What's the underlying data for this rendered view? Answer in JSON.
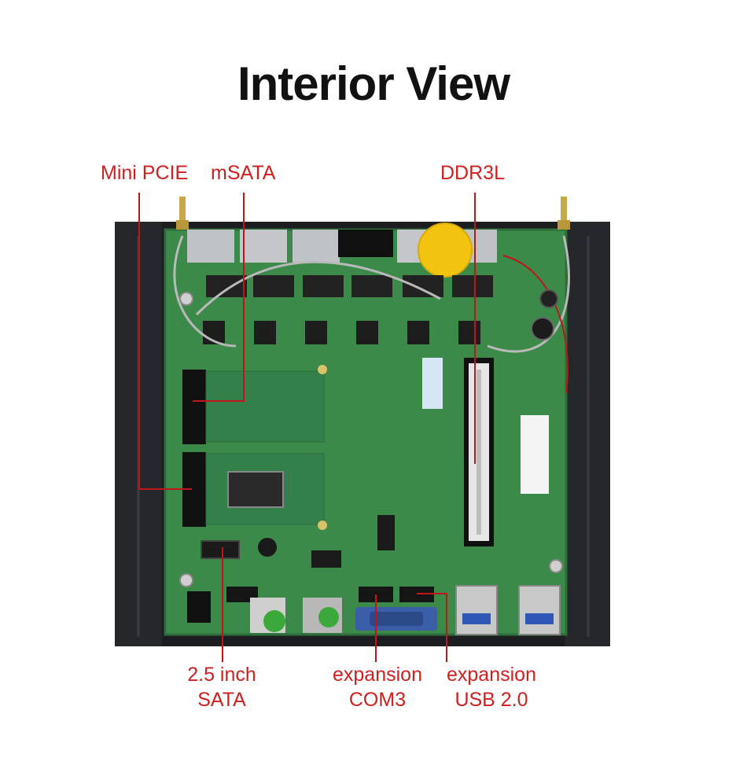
{
  "title": "Interior View",
  "labels": {
    "mini_pcie": "Mini PCIE",
    "msata": "mSATA",
    "ddr3l": "DDR3L",
    "sata_line1": "2.5 inch",
    "sata_line2": "SATA",
    "com3_line1": "expansion",
    "com3_line2": "COM3",
    "usb_line1": "expansion",
    "usb_line2": "USB 2.0"
  },
  "colors": {
    "label_red": "#d01f1f",
    "pcb_green": "#3c8a4a",
    "chassis_black": "#1c1d20"
  }
}
